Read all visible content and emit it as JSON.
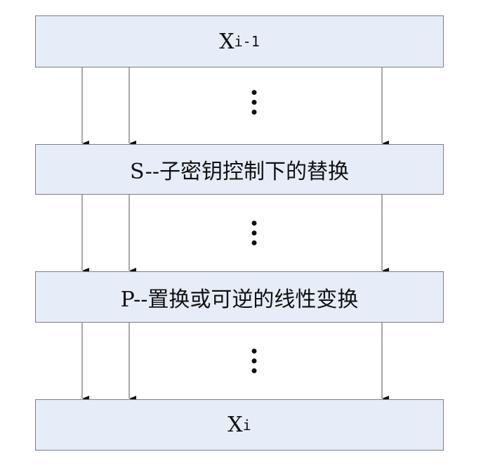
{
  "boxes": {
    "input": {
      "base": "X",
      "sub": "i-1"
    },
    "s_layer": "S--子密钥控制下的替换",
    "p_layer": "P--置换或可逆的线性变换",
    "output": {
      "base": "X",
      "sub": "i"
    }
  },
  "colors": {
    "box_fill": "#e6edf8",
    "box_border": "#7f7f7f",
    "arrow": "#333333"
  }
}
